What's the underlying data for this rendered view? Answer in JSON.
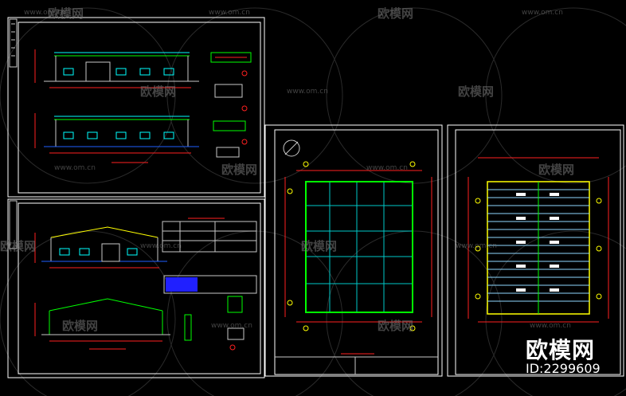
{
  "watermark": {
    "brand": "欧模网",
    "url": "www.om.cn"
  },
  "badge": {
    "brand": "欧模网",
    "id": "ID:2299609"
  },
  "colors": {
    "background": "#000000",
    "sheet_border": "#ffffff",
    "wall": "#00ff00",
    "grid": "#00c8c8",
    "dimension": "#ff2020",
    "title_block": "#2020ff",
    "roof_panel": "#8fd8ff",
    "axis_bubble": "#ffff00"
  },
  "sheets": [
    {
      "id": "elevations",
      "content": "two front elevations with facade details"
    },
    {
      "id": "sections",
      "content": "elevation, cross section and notes table"
    },
    {
      "id": "floor-plan",
      "content": "column grid floor plan with north arrow"
    },
    {
      "id": "roof-plan",
      "content": "roof framing plan with purlins"
    }
  ]
}
